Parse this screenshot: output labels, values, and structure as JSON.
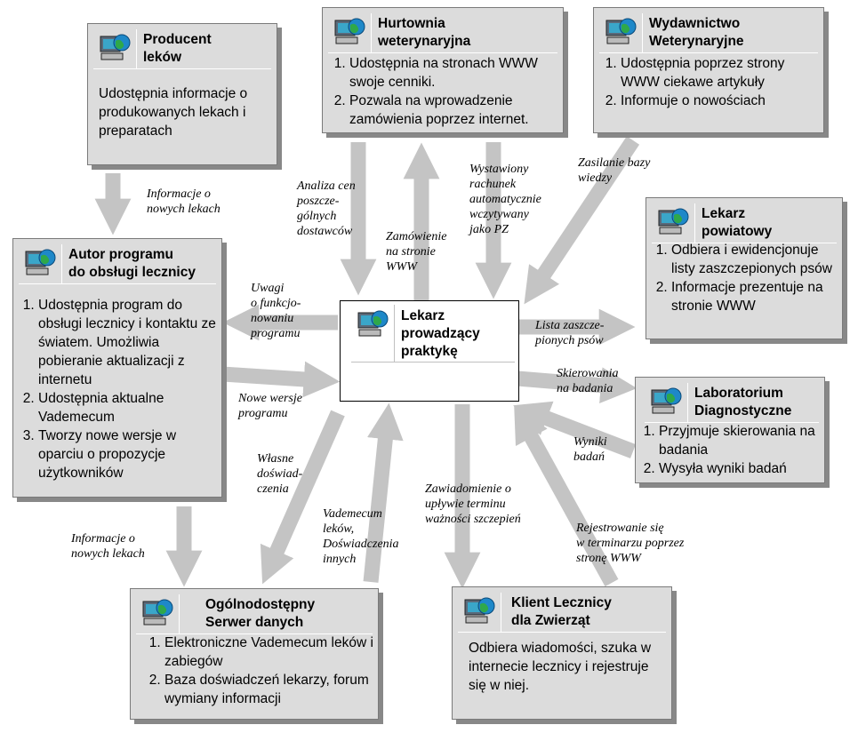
{
  "nodes": {
    "producent": {
      "title": "Producent\nleków",
      "body": "Udostępnia informacje o produkowanych lekach i preparatach"
    },
    "hurtownia": {
      "title": "Hurtownia\nweterynaryjna",
      "items": [
        "Udostępnia na stronach WWW swoje cenniki.",
        "Pozwala na wprowadzenie zamówienia poprzez internet."
      ]
    },
    "wydawnictwo": {
      "title": "Wydawnictwo\nWeterynaryjne",
      "items": [
        "Udostępnia poprzez strony WWW ciekawe artykuły",
        "Informuje o nowościach"
      ]
    },
    "autor": {
      "title": "Autor programu\ndo obsługi lecznicy",
      "items": [
        "Udostępnia program do obsługi lecznicy i kontaktu ze światem. Umożliwia pobieranie aktualizacji z internetu",
        "Udostępnia aktualne Vademecum",
        "Tworzy nowe wersje w oparciu o propozycje użytkowników"
      ]
    },
    "lekarz_prow": {
      "title": "Lekarz\nprowadzący\npraktykę"
    },
    "lekarz_pow": {
      "title": "Lekarz\npowiatowy",
      "items": [
        "Odbiera i ewidencjonuje listy zaszczepionych psów",
        "Informacje prezentuje na stronie WWW"
      ]
    },
    "laboratorium": {
      "title": "Laboratorium\nDiagnostyczne",
      "items": [
        "Przyjmuje skierowania na badania",
        "Wysyła wyniki badań"
      ]
    },
    "serwer": {
      "title": "Ogólnodostępny\nSerwer danych",
      "items": [
        "Elektroniczne Vademecum leków i zabiegów",
        "Baza doświadczeń lekarzy, forum wymiany informacji"
      ]
    },
    "klient": {
      "title": "Klient Lecznicy\ndla Zwierząt",
      "body": "Odbiera wiadomości, szuka w internecie lecznicy i rejestruje się w niej."
    }
  },
  "labels": {
    "informacje1": "Informacje o\nnowych lekach",
    "analiza": "Analiza cen\nposzcze-\ngólnych\ndostawców",
    "zamowienie": "Zamówienie\nna stronie\nWWW",
    "wystawiony": "Wystawiony\nrachunek\nautomatycznie\nwczytywany\njako PZ",
    "zasilanie": "Zasilanie bazy\nwiedzy",
    "uwagi": "Uwagi\no funkcjo-\nnowaniu\nprogramu",
    "nowe_wersje": "Nowe wersje\nprogramu",
    "lista": "Lista zaszcze-\npionych psów",
    "skierowania": "Skierowania\nna badania",
    "wyniki": "Wyniki\nbadań",
    "wlasne": "Własne\ndoświad-\nczenia",
    "vademecum": "Vademecum\nleków,\nDoświadczenia\ninnych",
    "zawiadomienie": "Zawiadomienie o\nupływie terminu\nważności szczepień",
    "informacje2": "Informacje o\nnowych lekach",
    "rejestrowanie": "Rejestrowanie się\nw terminarzu poprzez\nstronę WWW"
  },
  "colors": {
    "box": "#dcdcdc",
    "shadow": "#888888",
    "arrow": "#c4c4c4"
  },
  "icon": "networked-computer-globe-icon"
}
